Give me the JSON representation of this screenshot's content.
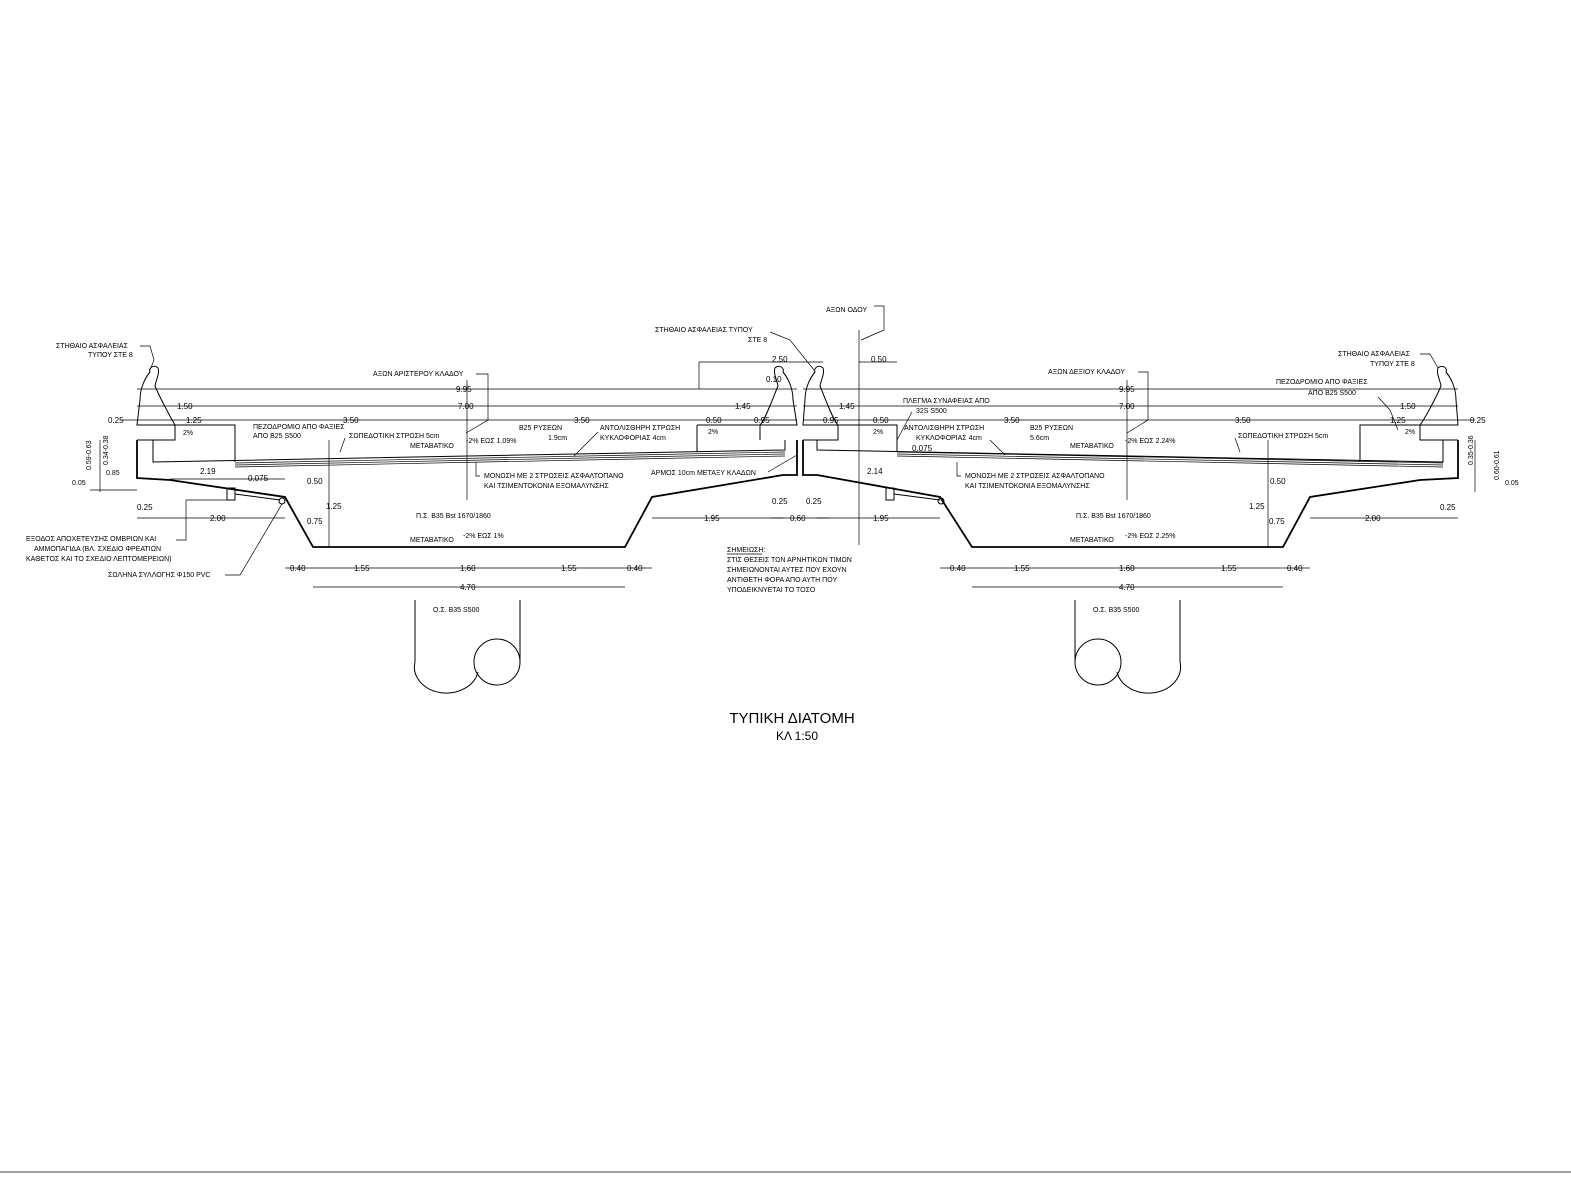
{
  "title": "ΤΥΠΙΚΗ ΔΙΑΤΟΜΗ",
  "scale": "ΚΛ 1:50",
  "labels": {
    "road_axis": "ΑΞΩΝ ΟΔΟΥ",
    "left_axis": "ΑΞΩΝ ΑΡΙΣΤΕΡΟΥ ΚΛΑΔΟΥ",
    "right_axis": "ΑΞΩΝ ΔΕΞΙΟΥ ΚΛΑΔΟΥ",
    "barrier_left_1": "ΣΤΗΘΑΙΟ ΑΣΦΑΛΕΙΑΣ",
    "barrier_left_2": "ΤΥΠΟΥ ΣΤΕ 8",
    "barrier_mid_1": "ΣΤΗΘΑΙΟ ΑΣΦΑΛΕΙΑΣ ΤΥΠΟΥ",
    "barrier_mid_2": "ΣΤΕ 8",
    "barrier_right_1": "ΣΤΗΘΑΙΟ ΑΣΦΑΛΕΙΑΣ",
    "barrier_right_2": "ΤΥΠΟΥ ΣΤΕ 8",
    "sidewalk_1": "ΠΕΖΟΔΡΟΜΙΟ ΑΠΟ ΦΑΞΙΕΣ",
    "sidewalk_2": "ΑΠΟ Β25 S500",
    "waterproof": "ΣΩΠΕΔΟΤΙΚΗ ΣΤΡΩΣΗ 5cm",
    "transition": "ΜΕΤΑΒΑΤΙΚΟ",
    "slope_left": "-2% ΕΩΣ 1.09%",
    "slope_right": "-2% ΕΩΣ 2.24%",
    "slope_bottom_left": "-2% ΕΩΣ 1%",
    "slope_bottom_right": "-2% ΕΩΣ 2.25%",
    "b25_left_1": "Β25 ΡΥΣΕΩΝ",
    "b25_left_2": "1.9cm",
    "b25_right_1": "Β25 ΡΥΣΕΩΝ",
    "b25_right_2": "5.6cm",
    "anti_left_1": "ΑΝΤΟΛΙΣΘΗΡΗ ΣΤΡΩΣΗ",
    "anti_left_2": "ΚΥΚΛΟΦΟΡΙΑΣ 4cm",
    "anti_right_1": "ΑΝΤΟΛΙΣΘΗΡΗ ΣΤΡΩΣΗ",
    "anti_right_2": "ΚΥΚΛΟΦΟΡΙΑΣ 4cm",
    "insul_left_1": "ΜΟΝΩΣΗ ΜΕ 2 ΣΤΡΩΣΕΙΣ ΑΣΦΑΛΤΟΠΑΝΟ",
    "insul_left_2": "ΚΑΙ ΤΣΙΜΕΝΤΟΚΟΝΙΑ ΕΞΟΜΑΛΥΝΣΗΣ",
    "insul_right_1": "ΜΟΝΩΣΗ ΜΕ 2 ΣΤΡΩΣΕΙΣ ΑΣΦΑΛΤΟΠΑΝΟ",
    "insul_right_2": "ΚΑΙ ΤΣΙΜΕΝΤΟΚΟΝΙΑ ΕΞΟΜΑΛΥΝΣΗΣ",
    "gap": "ΑΡΜΟΣ 10cm ΜΕΤΑΞΥ ΚΛΑΔΩΝ",
    "mesh_1": "ΠΛΕΓΜΑ ΣΥΝΑΦΕΙΑΣ ΑΠΟ",
    "mesh_2": "32S S500",
    "drain_1": "ΕΞΟΔΟΣ ΑΠΟΧΕΤΕΥΣΗΣ ΟΜΒΡΙΩΝ ΚΑΙ",
    "drain_2": "ΑΜΜΟΠΑΓΙΔΑ (ΒΛ. ΣΧΕΔΙΟ ΦΡΕΑΤΙΩΝ",
    "drain_3": "ΚΑΘΕΤΟΣ ΚΑΙ ΤΟ ΣΧΕΔΙΟ ΛΕΠΤΟΜΕΡΕΙΩΝ)",
    "pipe": "ΣΩΛΗΝΑ ΣΥΛΛΟΓΗΣ Φ150 PVC",
    "prestress_left": "Π.Σ. Β35 Βst 1670/1860",
    "prestress_right": "Π.Σ. Β35 Βst 1670/1860",
    "pier_left": "Ο.Σ. Β35 S500",
    "pier_right": "Ο.Σ. Β35 S500",
    "note_title": "ΣΗΜΕΙΩΣΗ:",
    "note_1": "ΣΤΙΣ ΘΕΣΕΙΣ ΤΩΝ ΑΡΝΗΤΙΚΩΝ ΤΙΜΩΝ",
    "note_2": "ΣΗΜΕΙΩΝΟΝΤΑΙ ΑΥΤΕΣ ΠΟΥ ΕΧΟΥΝ",
    "note_3": "ΑΝΤΙΘΕΤΗ ΦΟΡΑ ΑΠΟ ΑΥΤΗ ΠΟΥ",
    "note_4": "ΥΠΟΔΕΙΚΝΥΕΤΑΙ ΤΟ ΤΟΣΟ",
    "pct_2": "2%"
  },
  "dims": {
    "d995": "9.95",
    "d700": "7.00",
    "d150": "1.50",
    "d125": "1.25",
    "d350": "3.50",
    "d145": "1.45",
    "d050": "0.50",
    "d095": "0.95",
    "d025": "0.25",
    "d250": "2.50",
    "d010": "0.10",
    "d219": "2.19",
    "d214": "2.14",
    "d0075": "0.075",
    "d200": "2.00",
    "d195": "1.95",
    "d075": "0.75",
    "d040": "0.40",
    "d155": "1.55",
    "d160": "1.60",
    "d470": "4.70",
    "d060": "0.60",
    "d005": "0.05",
    "d059": "0.59-0.63",
    "d034": "0.34-0.38",
    "d085": "0.85",
    "d035": "0.35-0.36",
    "d060r": "0.60-0.61"
  }
}
